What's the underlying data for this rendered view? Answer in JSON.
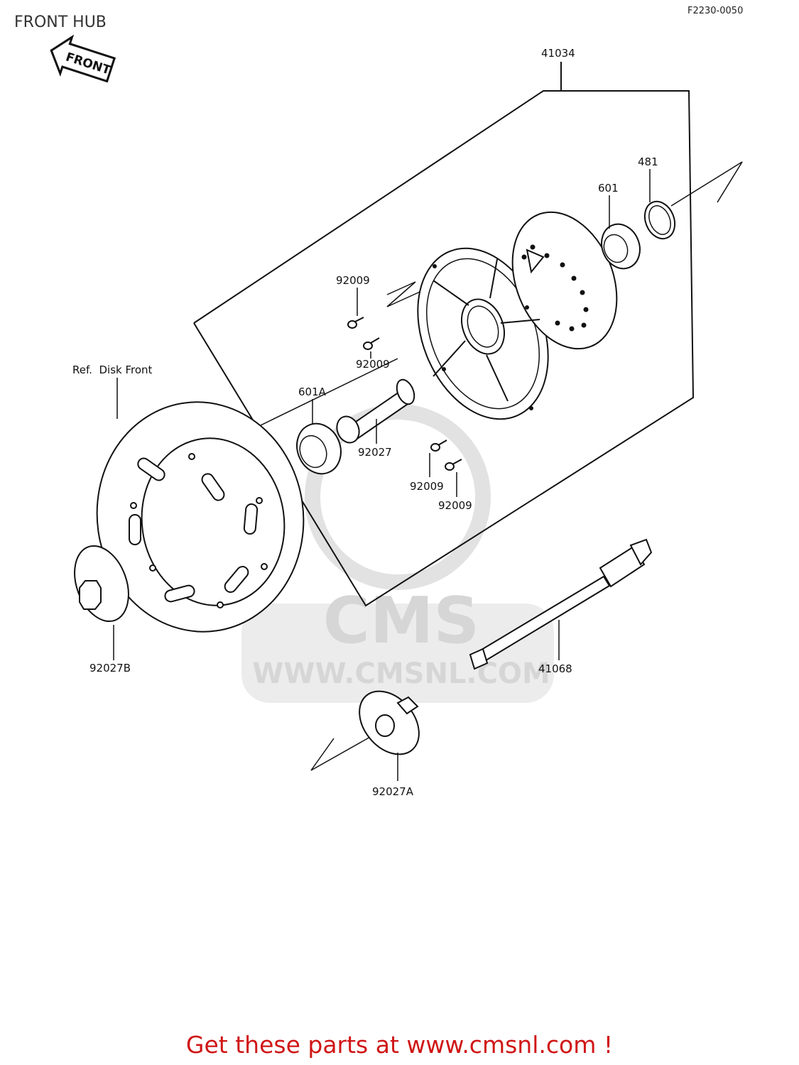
{
  "title": "FRONT HUB",
  "diagram_code": "F2230-0050",
  "front_arrow_label": "FRONT",
  "parts": {
    "hub_assembly": "41034",
    "circlip": "481",
    "bearing_right": "601",
    "bearing_left": "601A",
    "screw_1": "92009",
    "screw_2": "92009",
    "screw_3": "92009",
    "screw_4": "92009",
    "spacer": "92027",
    "collar_left": "92027B",
    "collar_right": "92027A",
    "axle": "41068"
  },
  "reference_label": "Ref.  Disk Front",
  "watermark": {
    "logo": "CMS",
    "url": "WWW.CMSNL.COM"
  },
  "footer_text": "Get these parts at www.cmsnl.com !"
}
